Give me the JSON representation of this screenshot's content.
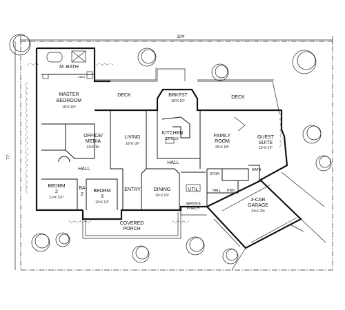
{
  "dimensions": {
    "width": "104'",
    "depth": "77'"
  },
  "rooms": {
    "master_bath": "M. BATH",
    "linen": "LINEN",
    "master_bedroom": "MASTER",
    "master_bedroom_line2": "BEDROOM",
    "master_bedroom_size": "16⁰X 15⁰",
    "deck_left": "DECK",
    "deck_right": "DECK",
    "brkfst": "BRKFST",
    "brkfst_size": "10⁰X 10⁰",
    "office": "OFFICE/",
    "office_line2": "MEDIA",
    "office_size": "13⁸X 11¹",
    "living": "LIVING",
    "living_size": "16⁰X 18⁰",
    "kitchen": "KITCHEN",
    "kitchen_size": "12⁰X 13¹",
    "family_room": "FAMILY",
    "family_room_line2": "ROOM",
    "family_room_size": "20⁶X 18⁰",
    "guest_suite": "GUEST",
    "guest_suite_line2": "SUITE",
    "guest_suite_size": "12⁶X 17²",
    "hall_left": "HALL",
    "hall_center": "HALL",
    "hall_right": "HALL",
    "stor": "STOR",
    "bath_guest": "BATH",
    "bedrm2": "BEDRM",
    "bedrm2_num": "2",
    "bedrm2_size": "11⁶X 12¹⁰",
    "bath2": "BA",
    "bath2_num": "2",
    "bedrm3": "BEDRM",
    "bedrm3_num": "3",
    "bedrm3_size": "12⁶X 12⁰",
    "entry": "ENTRY",
    "dining": "DINING",
    "dining_size": "13⁴X 15⁰",
    "util": "UTIL",
    "pwd": "PWD",
    "service_porch": "SERVICE",
    "service_porch_line2": "PORCH",
    "garage": "3-CAR",
    "garage_line2": "GARAGE",
    "garage_size": "31⁸X 23⁸",
    "covered_porch": "COVERED",
    "covered_porch_line2": "PORCH"
  }
}
